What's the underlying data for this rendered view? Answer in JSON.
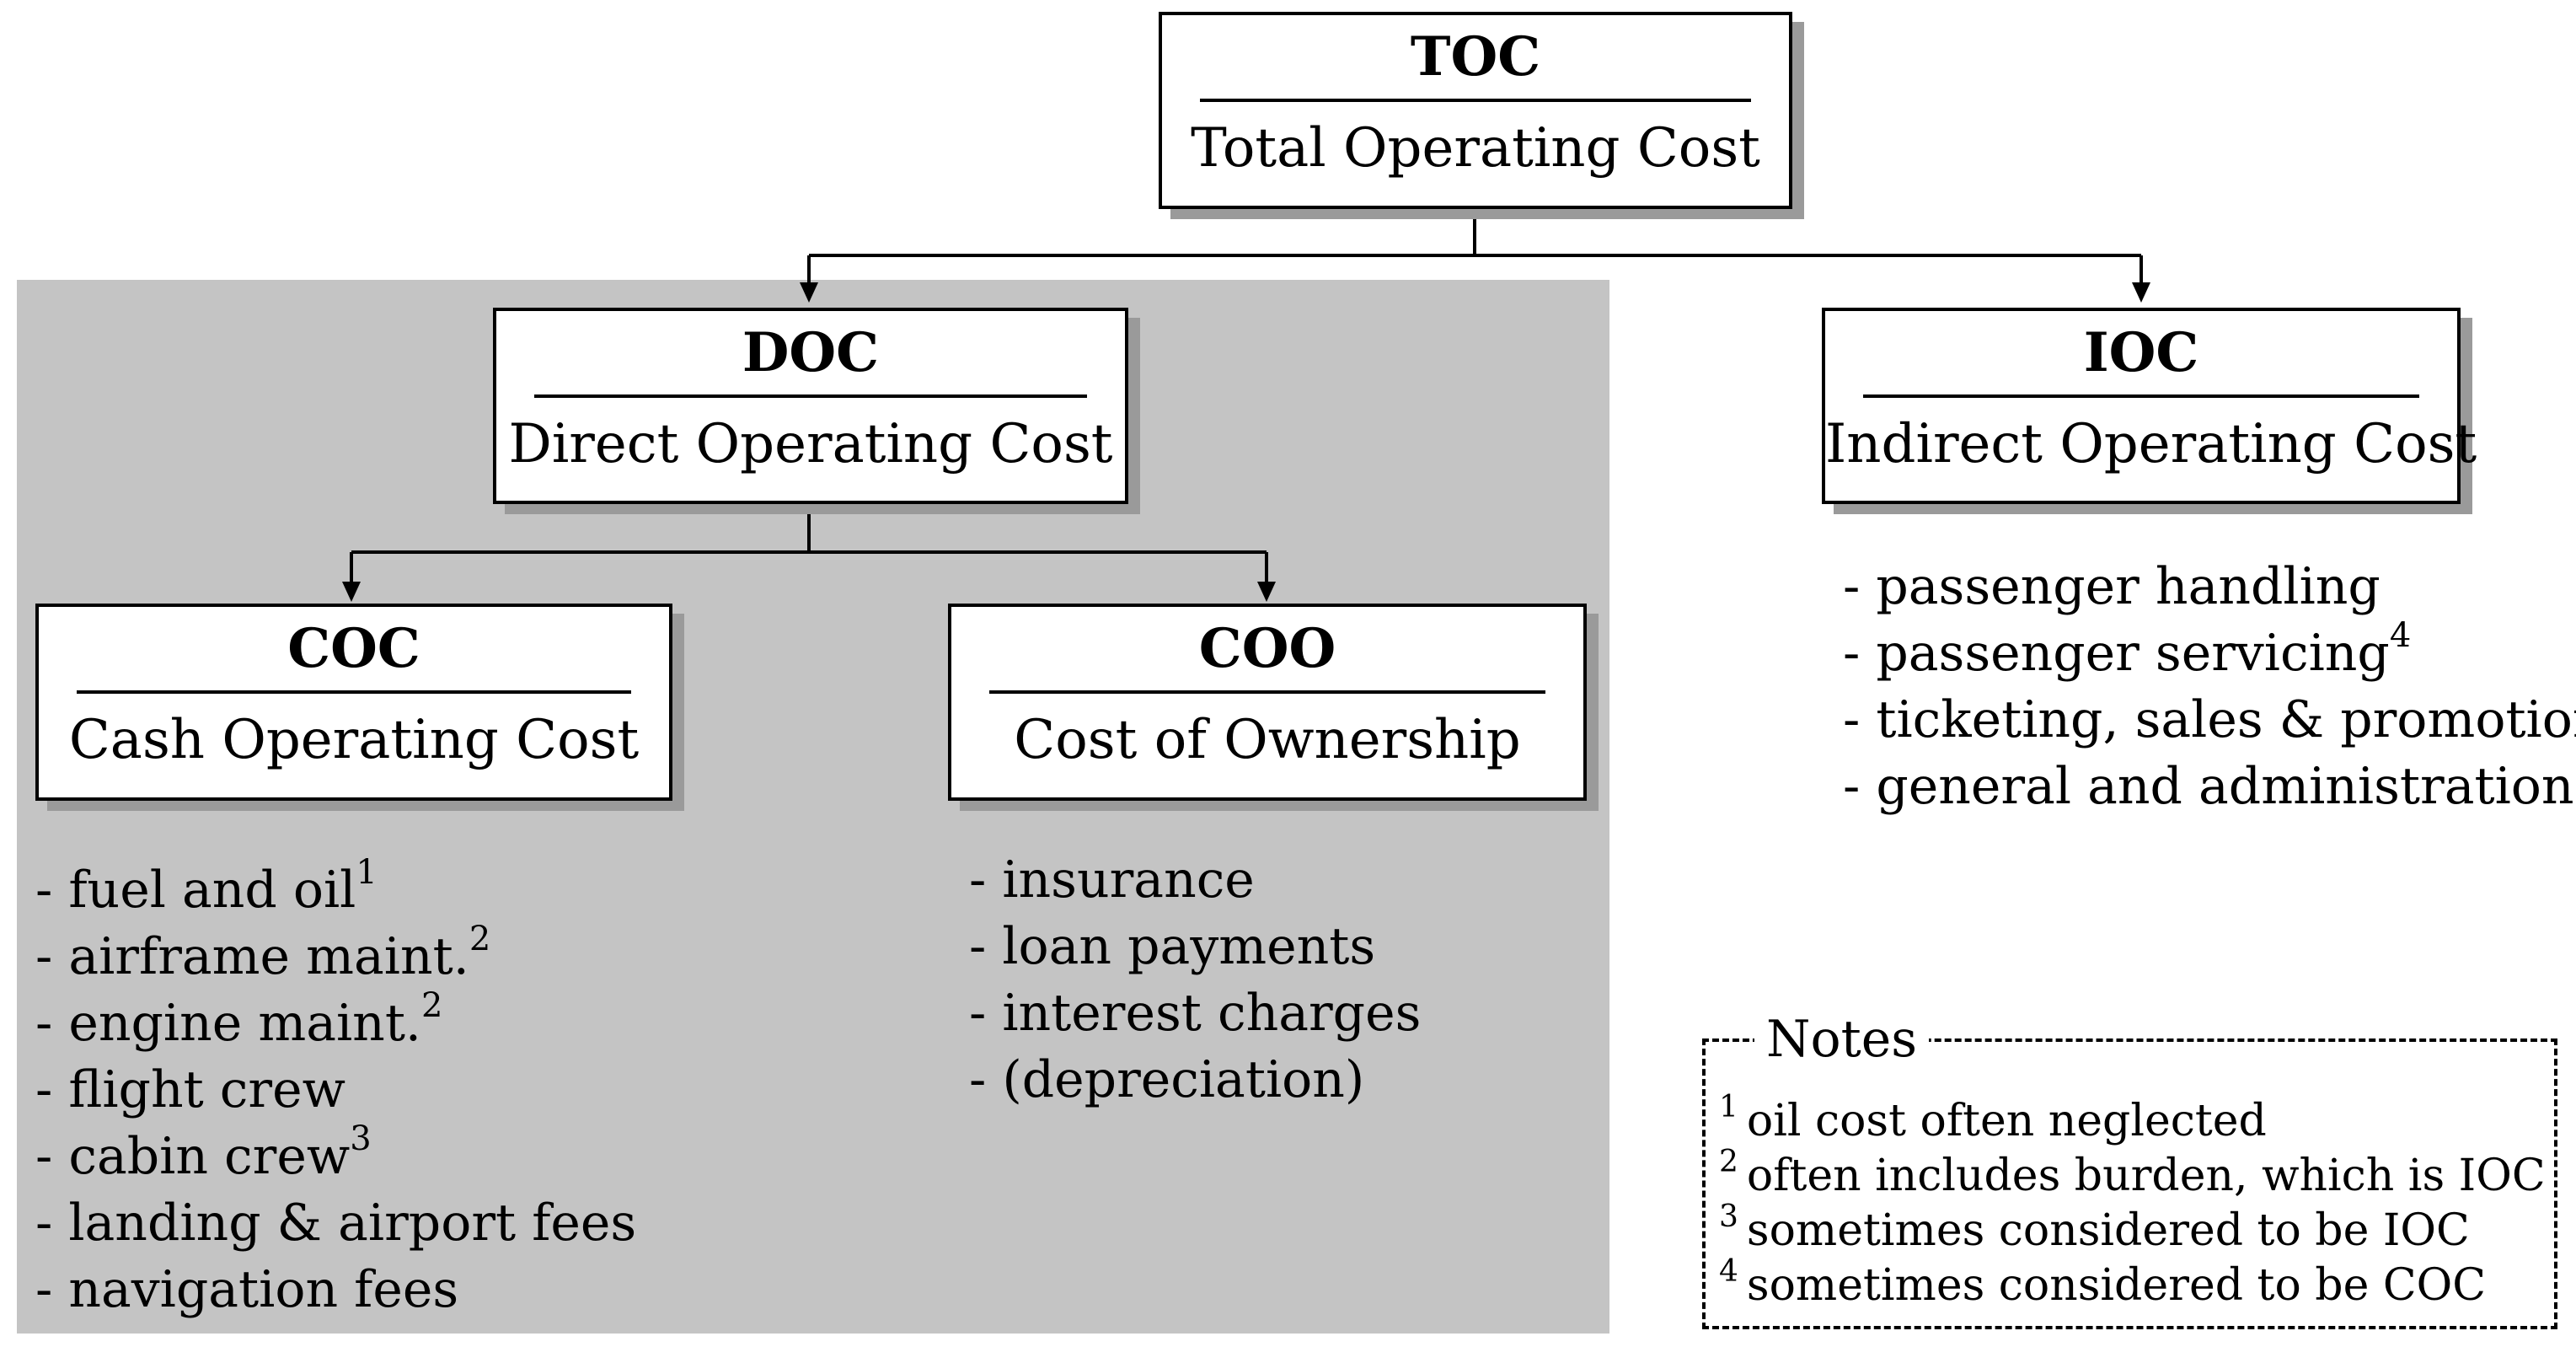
{
  "diagram": {
    "toc": {
      "abbr": "TOC",
      "full": "Total Operating Cost"
    },
    "doc": {
      "abbr": "DOC",
      "full": "Direct Operating Cost"
    },
    "ioc": {
      "abbr": "IOC",
      "full": "Indirect Operating Cost"
    },
    "coc": {
      "abbr": "COC",
      "full": "Cash Operating Cost"
    },
    "coo": {
      "abbr": "COO",
      "full": "Cost of Ownership"
    },
    "coc_items": [
      {
        "text": "- fuel and oil",
        "note": "1"
      },
      {
        "text": "- airframe maint.",
        "note": "2"
      },
      {
        "text": "- engine maint.",
        "note": "2"
      },
      {
        "text": "- flight crew",
        "note": ""
      },
      {
        "text": "- cabin crew",
        "note": "3"
      },
      {
        "text": "- landing & airport fees",
        "note": ""
      },
      {
        "text": "- navigation fees",
        "note": ""
      }
    ],
    "coo_items": [
      {
        "text": "- insurance"
      },
      {
        "text": "- loan payments"
      },
      {
        "text": "- interest charges"
      },
      {
        "text": "- (depreciation)"
      }
    ],
    "ioc_items": [
      {
        "text": "- passenger handling",
        "note": ""
      },
      {
        "text": "- passenger servicing",
        "note": "4"
      },
      {
        "text": "- ticketing, sales & promotion",
        "note": ""
      },
      {
        "text": "- general and administration",
        "note": ""
      }
    ],
    "notes": {
      "title": "Notes",
      "items": [
        {
          "num": "1",
          "text": "oil cost often neglected"
        },
        {
          "num": "2",
          "text": "often includes burden, which is IOC"
        },
        {
          "num": "3",
          "text": "sometimes considered to be IOC"
        },
        {
          "num": "4",
          "text": "sometimes considered to be COC"
        }
      ]
    }
  }
}
